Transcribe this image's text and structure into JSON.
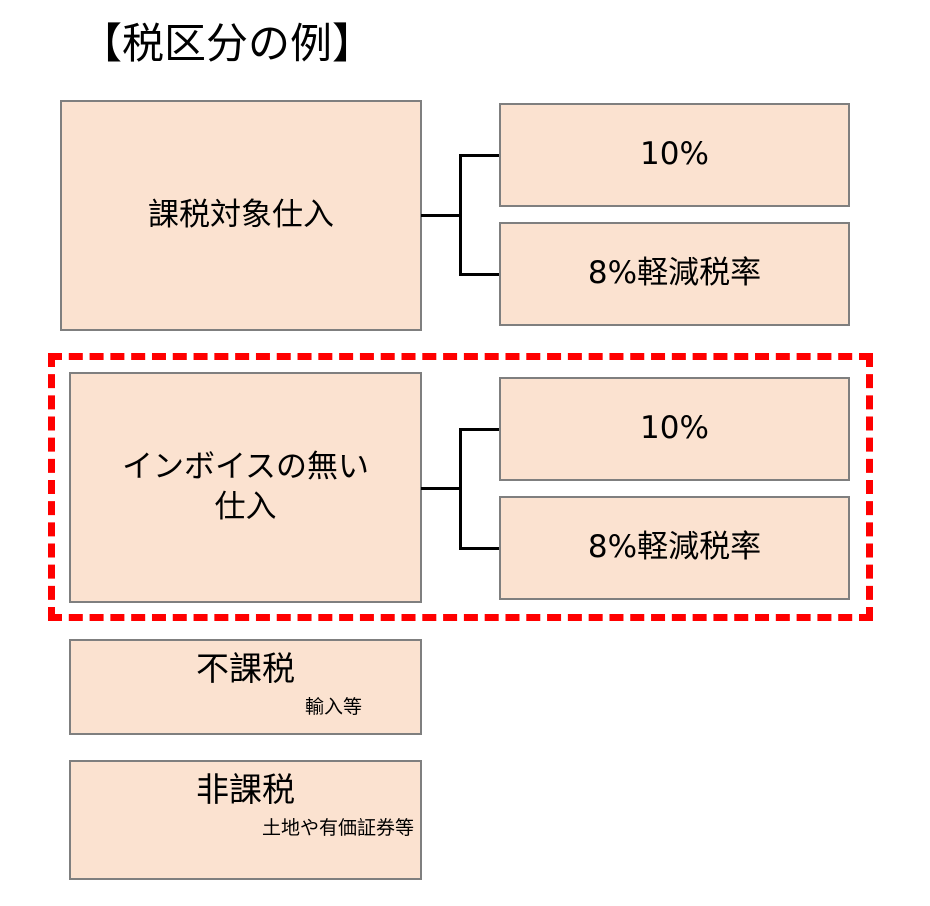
{
  "diagram": {
    "title": "【税区分の例】",
    "accent_color": "#FF0000",
    "box_fill": "#FBE2D0",
    "box_border": "#7F7F7F",
    "connector_color": "#000000",
    "groups": [
      {
        "id": "taxable-purchase",
        "source_label": "課税対象仕入",
        "highlighted": false,
        "branches": [
          {
            "label": "10%"
          },
          {
            "label": "8%軽減税率"
          }
        ]
      },
      {
        "id": "no-invoice-purchase",
        "source_label": "インボイスの無い\n仕入",
        "highlighted": true,
        "branches": [
          {
            "label": "10%"
          },
          {
            "label": "8%軽減税率"
          }
        ]
      }
    ],
    "categories": [
      {
        "id": "out-of-scope",
        "main": "不課税",
        "sub": "輸入等"
      },
      {
        "id": "non-taxable",
        "main": "非課税",
        "sub": "土地や有価証券等"
      }
    ]
  }
}
